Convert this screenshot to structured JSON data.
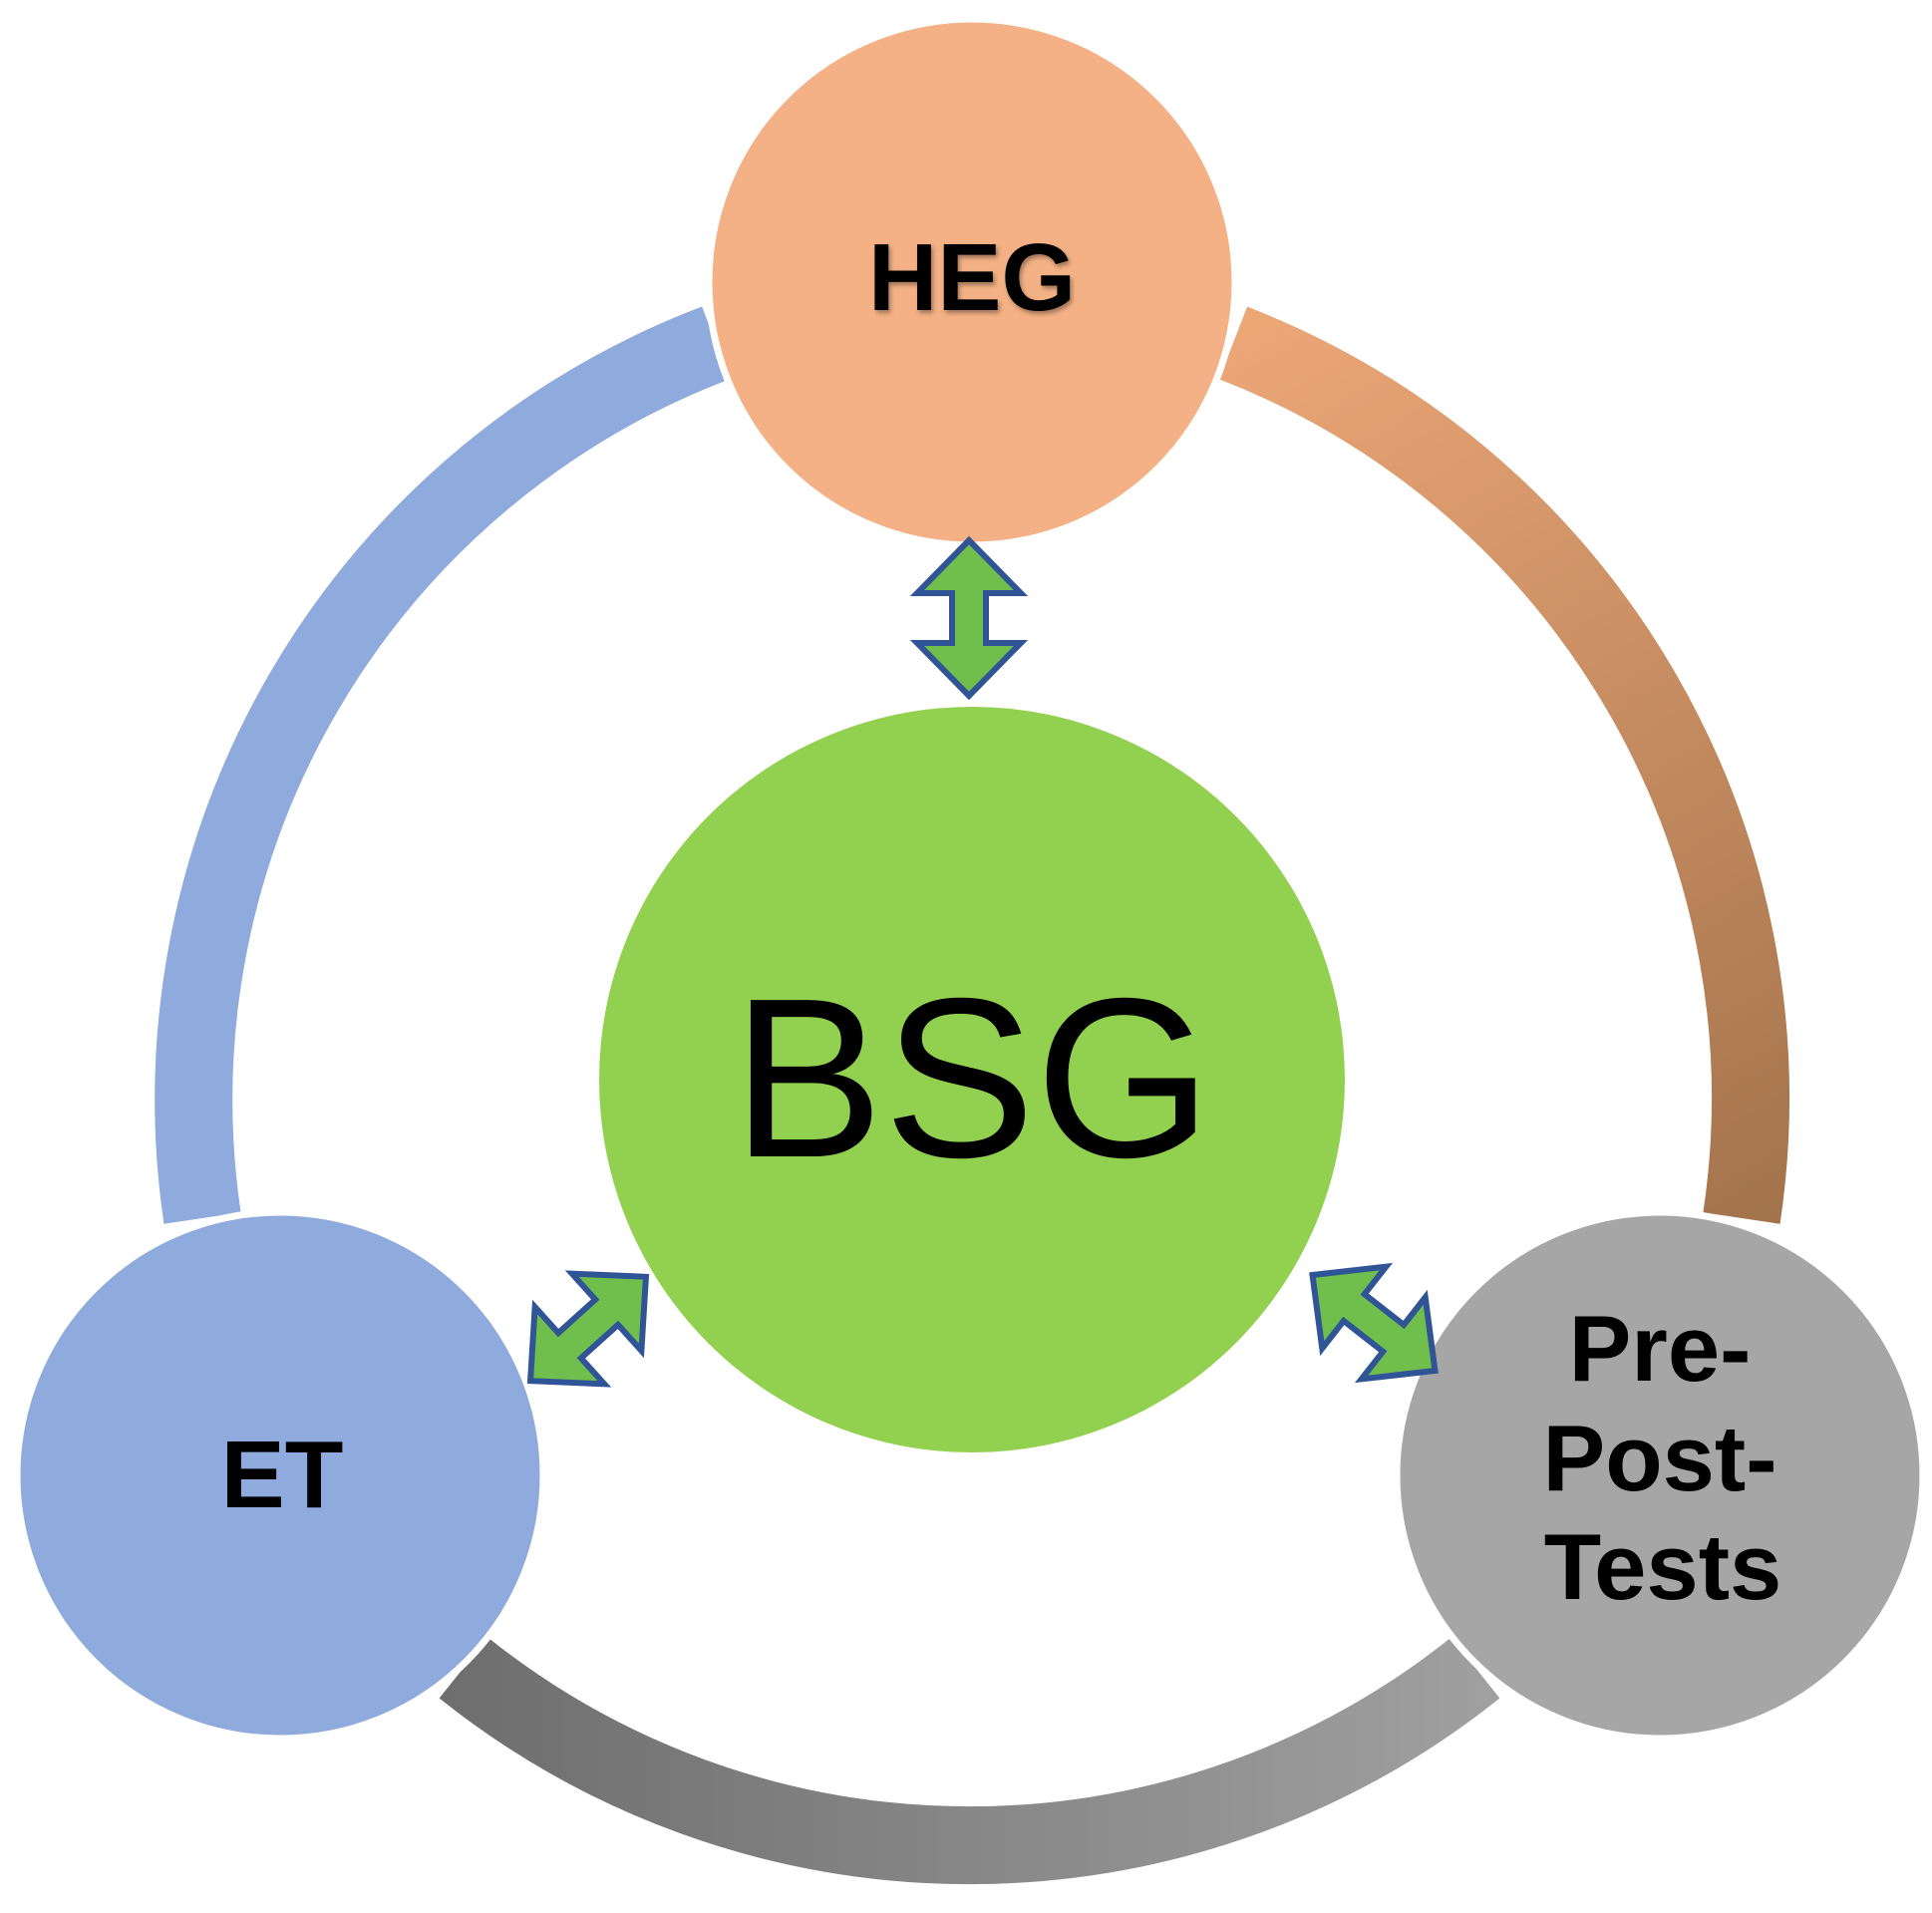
{
  "nodes": {
    "top": {
      "label": "HEG",
      "color": "#F3B185"
    },
    "center": {
      "label": "BSG",
      "color": "#92D050"
    },
    "left": {
      "label": "ET",
      "color": "#8FAADC"
    },
    "right": {
      "lines": [
        "Pre-",
        "Post-",
        "Tests"
      ],
      "color": "#A6A6A6"
    }
  },
  "arcs": {
    "left_top": {
      "color": "#8FAADC"
    },
    "top_right": {
      "color_start": "#ECA777",
      "color_end": "#A3734C"
    },
    "bottom": {
      "color_start": "#6E6E6E",
      "color_end": "#A0A0A0"
    }
  },
  "arrows": {
    "fill": "#70BF4C",
    "stroke": "#2F5597"
  }
}
